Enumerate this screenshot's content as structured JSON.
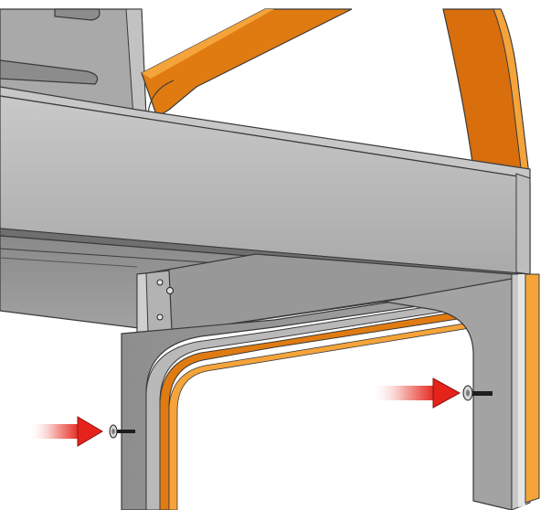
{
  "diagram": {
    "colors": {
      "background": "#ffffff",
      "frame_gray": "#9c9c9c",
      "frame_gray_dark": "#7f7f7f",
      "frame_gray_light": "#c4c4c4",
      "beam_top": "#bcbcbc",
      "beam_front": "#acacac",
      "beam_underside": "#8d8d8d",
      "wood_orange": "#e07b12",
      "wood_orange_dark": "#c2620a",
      "wood_edge": "#f4a43a",
      "outline": "#3a3a3a",
      "arrow_red": "#e5231a",
      "arrow_fade": "#f7c9c6",
      "bolt_dark": "#1e1e1e",
      "bolt_washer": "#d6d6d6"
    },
    "parts": {
      "crossbeam": "crossbeam",
      "side_leg_left": "side-leg-left",
      "side_leg_right": "side-leg-right",
      "wood_frame": "wood-frame",
      "bracket": "corner-bracket",
      "bolts": [
        "bolt-left",
        "bolt-right"
      ]
    }
  }
}
